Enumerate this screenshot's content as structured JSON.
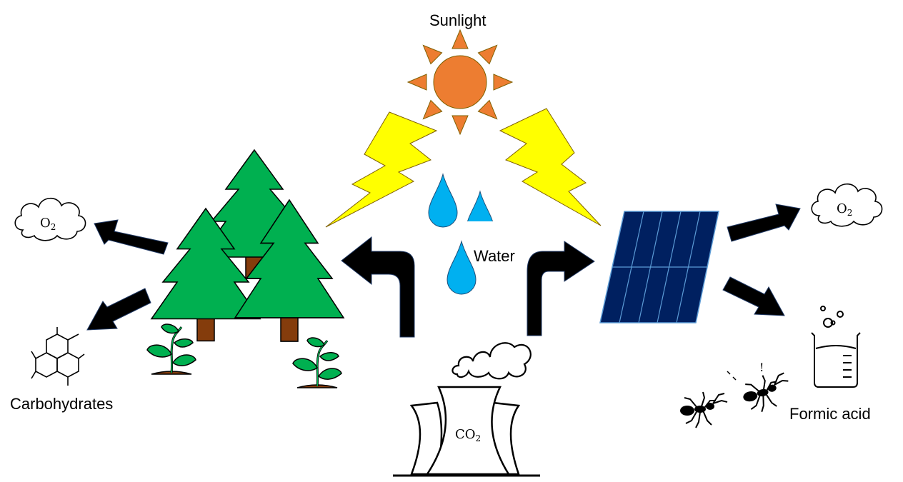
{
  "labels": {
    "sunlight": "Sunlight",
    "water": "Water",
    "carbohydrates": "Carbohydrates",
    "formic_acid": "Formic acid",
    "ant_exclaim": "!"
  },
  "chem": {
    "o2_base": "O",
    "o2_sub": "2",
    "co2_base": "CO",
    "co2_sub": "2"
  },
  "colors": {
    "sun": "#ED7D31",
    "lightning": "#FFFF00",
    "water": "#00B0F0",
    "tree": "#00B050",
    "trunk": "#843C0C",
    "panel": "#002060",
    "arrow": "#000000"
  },
  "icons": [
    "sun-icon",
    "lightning-bolt-icon",
    "water-drop-icon",
    "tree-icon",
    "seedling-icon",
    "cloud-icon",
    "hexagon-molecule-icon",
    "cooling-tower-icon",
    "smoke-icon",
    "solar-panel-icon",
    "beaker-icon",
    "ant-icon",
    "arrow-icon"
  ]
}
